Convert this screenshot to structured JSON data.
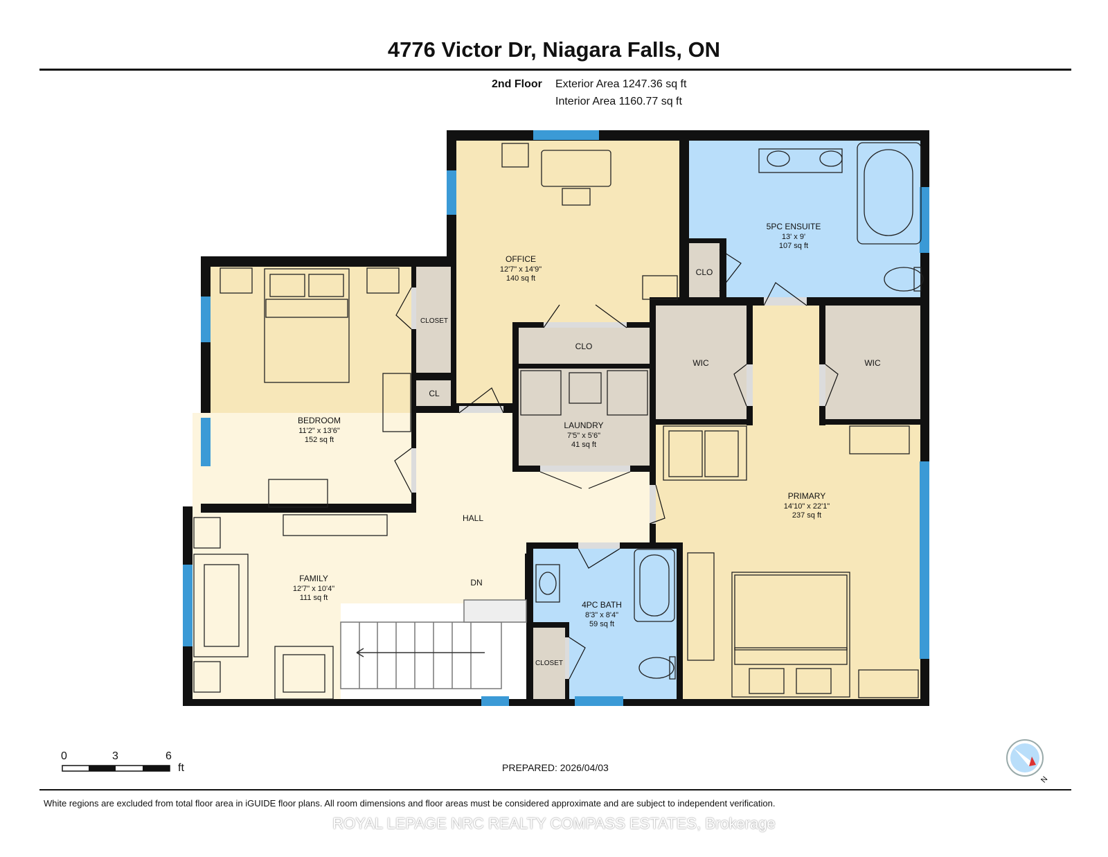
{
  "title": "4776 Victor Dr, Niagara Falls, ON",
  "floor": {
    "label": "2nd Floor",
    "exterior_area": "Exterior Area 1247.36 sq ft",
    "interior_area": "Interior Area 1160.77 sq ft"
  },
  "rooms": {
    "office": {
      "name": "OFFICE",
      "dims": "12'7\" x 14'9\"",
      "area": "140 sq ft"
    },
    "ensuite": {
      "name": "5PC ENSUITE",
      "dims": "13' x 9'",
      "area": "107 sq ft"
    },
    "bedroom": {
      "name": "BEDROOM",
      "dims": "11'2\" x 13'6\"",
      "area": "152 sq ft"
    },
    "laundry": {
      "name": "LAUNDRY",
      "dims": "7'5\" x 5'6\"",
      "area": "41 sq ft"
    },
    "primary": {
      "name": "PRIMARY",
      "dims": "14'10\" x 22'1\"",
      "area": "237 sq ft"
    },
    "family": {
      "name": "FAMILY",
      "dims": "12'7\" x 10'4\"",
      "area": "111 sq ft"
    },
    "bath": {
      "name": "4PC BATH",
      "dims": "8'3\" x 8'4\"",
      "area": "59 sq ft"
    }
  },
  "labels": {
    "closet_bedroom": "CLOSET",
    "cl": "CL",
    "clo_office": "CLO",
    "clo_ensuite": "CLO",
    "wic_left": "WIC",
    "wic_right": "WIC",
    "hall": "HALL",
    "dn": "DN",
    "closet_bath": "CLOSET"
  },
  "scale": {
    "ticks": [
      "0",
      "3",
      "6"
    ],
    "unit": "ft"
  },
  "prepared": "PREPARED: 2026/04/03",
  "compass_label": "N",
  "disclaimer": "White regions are excluded from total floor area in iGUIDE floor plans. All room dimensions and floor areas must be considered approximate and are subject to independent verification.",
  "watermark": "ROYAL LEPAGE NRC REALTY COMPASS ESTATES, Brokerage",
  "colors": {
    "room_tan": "#f7e7b9",
    "hall_cream": "#fdf5de",
    "bath_blue": "#b9defa",
    "closet_gray": "#ddd6c9",
    "window_blue": "#3b9ad6",
    "wall": "#111111"
  }
}
